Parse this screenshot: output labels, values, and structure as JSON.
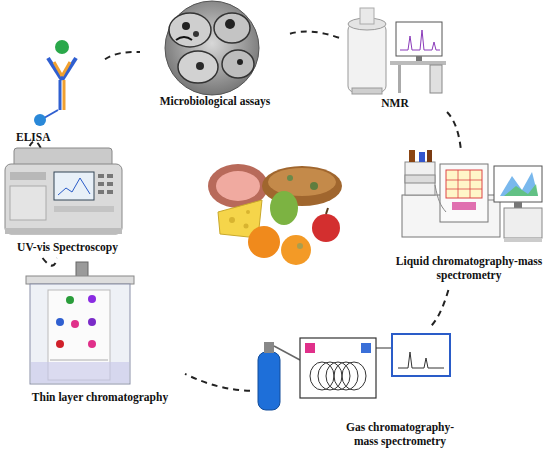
{
  "diagram": {
    "nodes": [
      {
        "text": [
          "Microbiological assays"
        ]
      },
      {
        "text": [
          "NMR"
        ]
      },
      {
        "text": [
          "Liquid chromatography-mass spectrometry"
        ]
      },
      {
        "text": [
          "Gas chromatography-mass spectrometry"
        ]
      },
      {
        "text": [
          "Thin layer chromatography"
        ]
      },
      {
        "text": [
          "UV-vis Spectroscopy"
        ]
      },
      {
        "text": [
          "ELISA"
        ]
      }
    ],
    "edges": [
      {
        "from": 0,
        "to": 1,
        "arrow": "none"
      },
      {
        "from": 1,
        "to": 2,
        "arrow": "none"
      },
      {
        "from": 2,
        "to": 3,
        "arrow": "none"
      },
      {
        "from": 3,
        "to": 4,
        "arrow": "none"
      },
      {
        "from": 4,
        "to": 5,
        "arrow": "none"
      },
      {
        "from": 5,
        "to": 6,
        "arrow": "none"
      },
      {
        "from": 6,
        "to": 0,
        "arrow": "none"
      }
    ]
  }
}
